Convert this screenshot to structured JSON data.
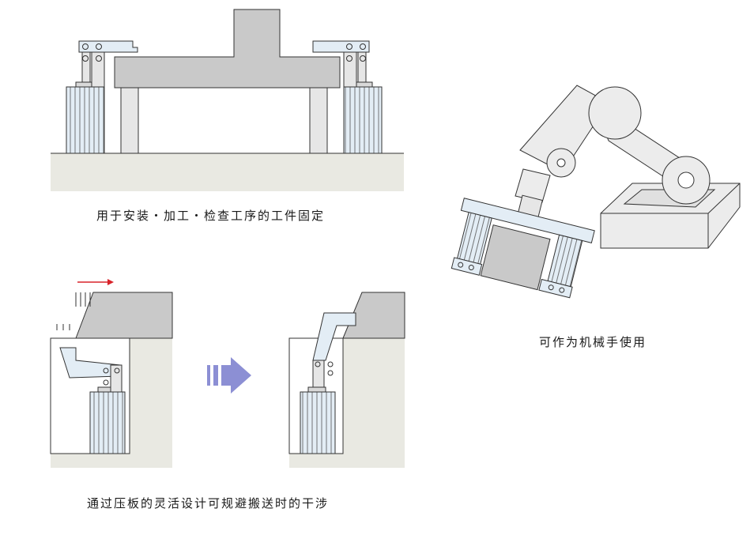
{
  "captions": {
    "fixture": "用于安装・加工・检查工序的工件固定",
    "robot": "可作为机械手使用",
    "avoid": "通过压板的灵活设计可规避搬送时的干涉"
  },
  "colors": {
    "ground": "#e9e9e2",
    "workpiece": "#c9c9c9",
    "cylinder": "#e3edf5",
    "robot_body": "#ececec",
    "arrow_red": "#d8232a",
    "arrow_blue": "#8c8fd4",
    "outline": "#333333"
  },
  "icons": [
    "right-arrow-icon",
    "motion-arrow-icon"
  ]
}
